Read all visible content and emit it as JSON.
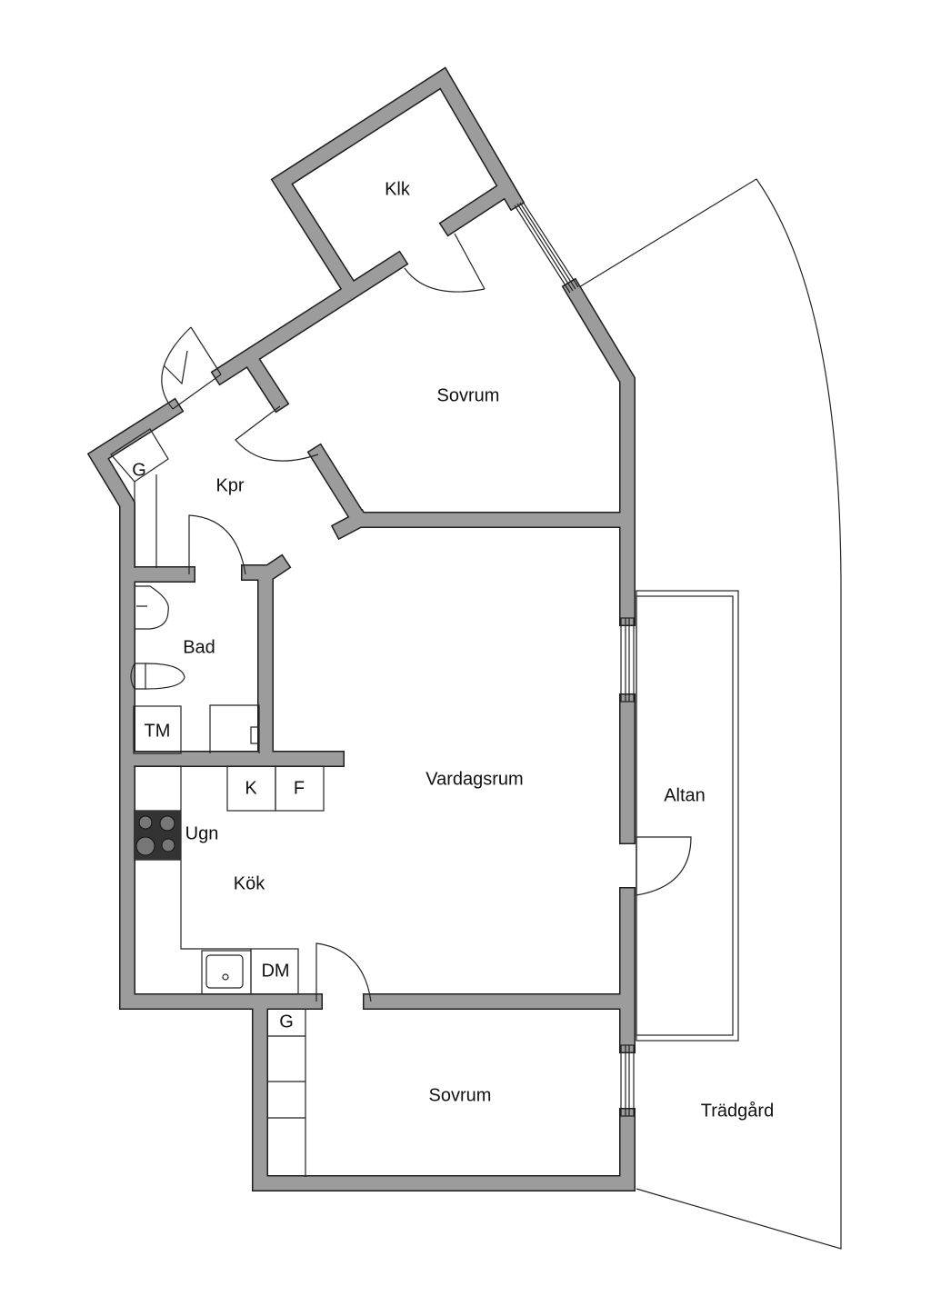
{
  "rooms": {
    "klk": "Klk",
    "sovrum_top": "Sovrum",
    "kpr": "Kpr",
    "bad": "Bad",
    "vardagsrum": "Vardagsrum",
    "kok": "Kök",
    "sovrum_bottom": "Sovrum",
    "altan": "Altan",
    "tradgard": "Trädgård"
  },
  "fixtures": {
    "g_entry": "G",
    "tm": "TM",
    "k": "K",
    "f": "F",
    "ugn": "Ugn",
    "dm": "DM",
    "g_bedroom": "G"
  },
  "colors": {
    "wall": "#9c9c9c",
    "outline": "#1e1e1e",
    "stove": "#333333"
  }
}
